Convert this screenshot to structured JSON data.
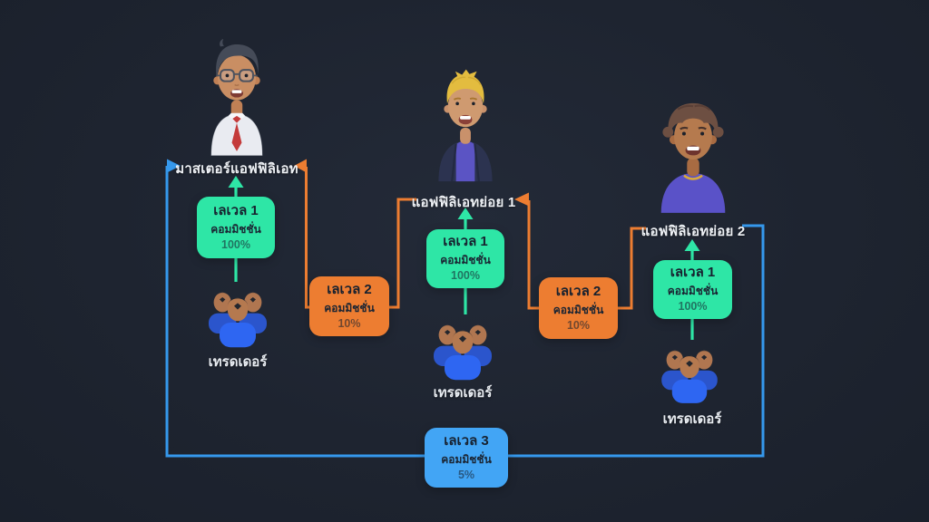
{
  "title": "affiliate-commission-structure-diagram",
  "colors": {
    "background": "#1e2430",
    "green_accent": "#2ee6a6",
    "orange_accent": "#ed7d31",
    "blue_box": "#42a5f5",
    "blue_line": "#3598ec",
    "label_text": "#eef1f5",
    "box_text": "#17212f"
  },
  "icons": {
    "master_avatar": "man-with-glasses-red-tie-avatar",
    "sub1_avatar": "blond-man-purple-shirt-avatar",
    "sub2_avatar": "brown-haired-man-purple-shirt-avatar",
    "traders_group": "three-traders-group-icon",
    "arrows": [
      "blue-arrow-into-master",
      "orange-arrow-into-master",
      "orange-arrow-into-sub1",
      "green-up-arrows"
    ]
  },
  "nodes": {
    "master": {
      "label": "มาสเตอร์แอฟฟิลิเอท"
    },
    "sub_affiliate_1": {
      "label": "แอฟฟิลิเอทย่อย 1"
    },
    "sub_affiliate_2": {
      "label": "แอฟฟิลิเอทย่อย 2"
    },
    "traders_master": {
      "label": "เทรดเดอร์"
    },
    "traders_sub1": {
      "label": "เทรดเดอร์"
    },
    "traders_sub2": {
      "label": "เทรดเดอร์"
    }
  },
  "commission_boxes": {
    "level1_master": {
      "title": "เลเวล 1",
      "subtitle": "คอมมิชชั่น",
      "value": "100%",
      "color": "green"
    },
    "level1_sub1": {
      "title": "เลเวล 1",
      "subtitle": "คอมมิชชั่น",
      "value": "100%",
      "color": "green"
    },
    "level1_sub2": {
      "title": "เลเวล 1",
      "subtitle": "คอมมิชชั่น",
      "value": "100%",
      "color": "green"
    },
    "level2_sub1_to_master": {
      "title": "เลเวล 2",
      "subtitle": "คอมมิชชั่น",
      "value": "10%",
      "color": "orange"
    },
    "level2_sub2_to_sub1": {
      "title": "เลเวล 2",
      "subtitle": "คอมมิชชั่น",
      "value": "10%",
      "color": "orange"
    },
    "level3_sub2_to_master": {
      "title": "เลเวล 3",
      "subtitle": "คอมมิชชั่น",
      "value": "5%",
      "color": "blue"
    }
  }
}
